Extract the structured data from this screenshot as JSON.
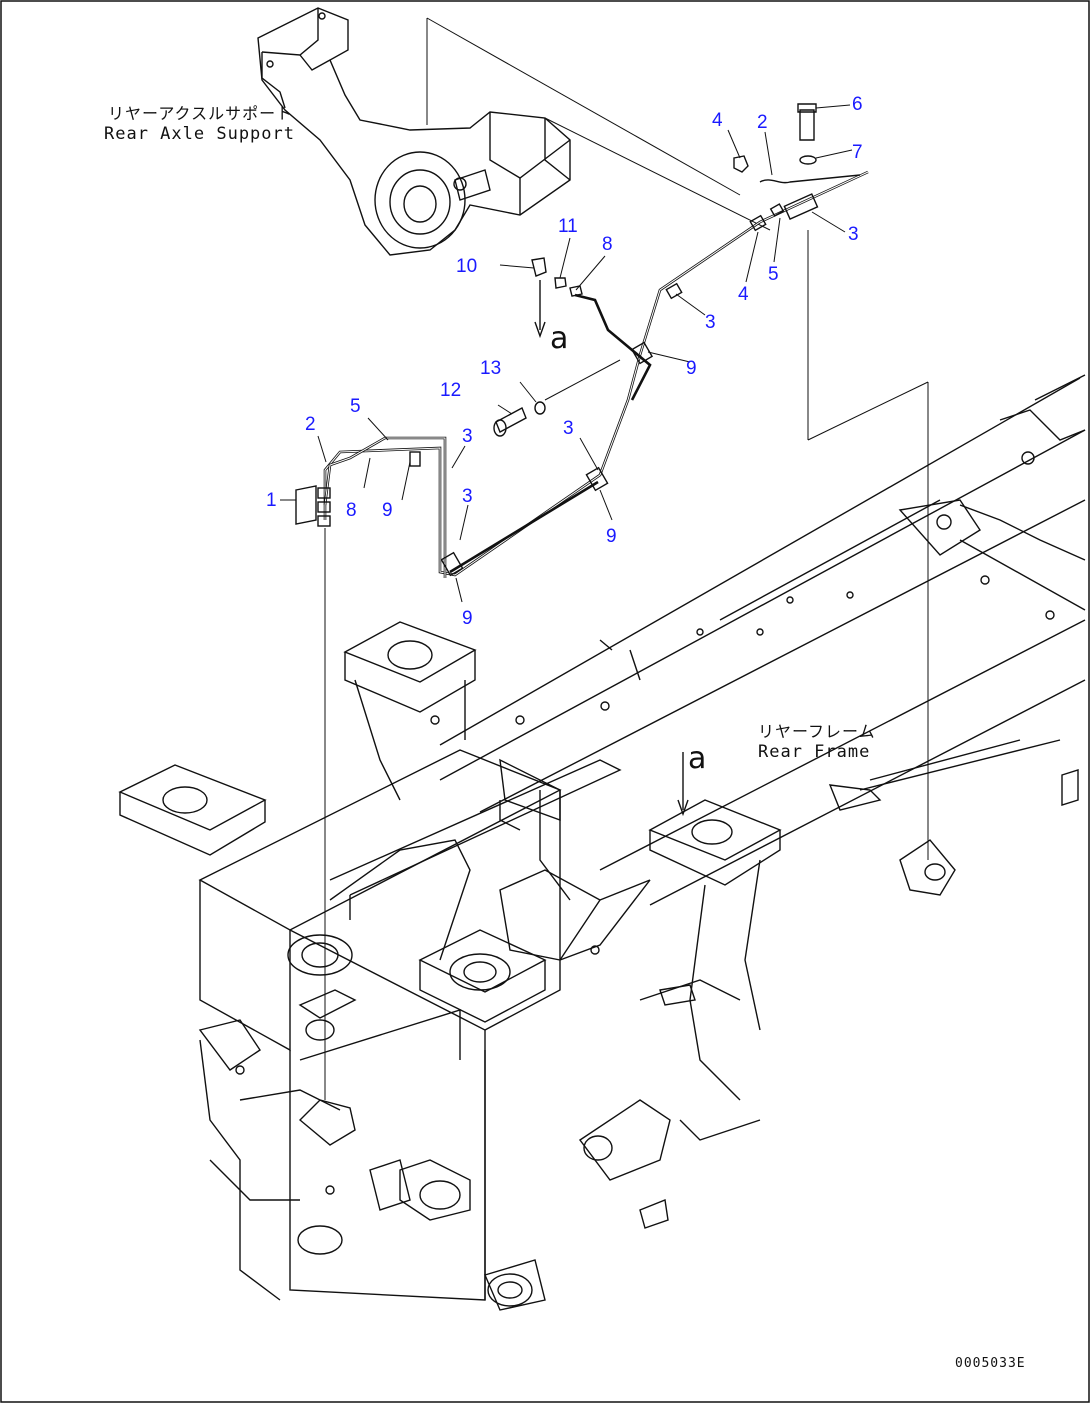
{
  "labels": {
    "rear_axle_support_jp": "リヤーアクスルサポート",
    "rear_axle_support_en": "Rear Axle Support",
    "rear_frame_jp": "リヤーフレーム",
    "rear_frame_en": "Rear Frame",
    "view_a_top": "a",
    "view_a_frame": "a",
    "doc_code": "0005033E"
  },
  "callouts": {
    "c1": "1",
    "c2a": "2",
    "c2b": "2",
    "c3a": "3",
    "c3b": "3",
    "c3c": "3",
    "c3d": "3",
    "c3e": "3",
    "c4a": "4",
    "c4b": "4",
    "c5a": "5",
    "c5b": "5",
    "c6": "6",
    "c7": "7",
    "c8a": "8",
    "c8b": "8",
    "c9a": "9",
    "c9b": "9",
    "c9c": "9",
    "c9d": "9",
    "c10": "10",
    "c11": "11",
    "c12": "12",
    "c13": "13"
  },
  "colors": {
    "callout": "#1a1aff",
    "line": "#111111",
    "background": "#ffffff"
  }
}
